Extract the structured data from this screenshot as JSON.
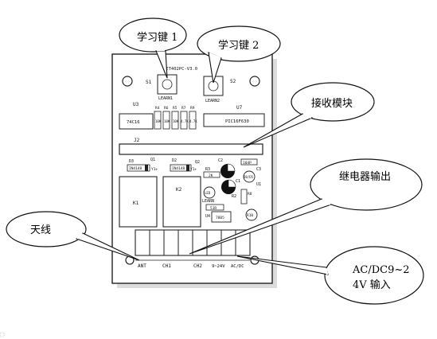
{
  "callouts": {
    "learn_key_1": "学习键 1",
    "learn_key_2": "学习键 2",
    "receiver_module": "接收模块",
    "relay_output": "继电器输出",
    "antenna": "天线",
    "power_input_line1": "AC/DC9~2",
    "power_input_line2": "4V 输入"
  },
  "board": {
    "model": "YET402PC-V3.0",
    "s1": "S1",
    "s2": "S2",
    "learn1": "LEARN1",
    "learn2": "LEARN2",
    "u3": "U3",
    "u7": "U7",
    "chip_u3": "74C16",
    "chip_u7": "PIC16F630",
    "j2": "J2",
    "resistors": [
      "R4",
      "R6",
      "R5",
      "R7",
      "R9"
    ],
    "resistor_values": [
      "10K",
      "10K",
      "10K",
      "4.7K",
      "4.7K"
    ],
    "d3": "D3",
    "d2": "D2",
    "q1": "Q1",
    "q2": "Q2",
    "d3_part": "IN4148",
    "d2_part": "IN4148",
    "v1": "Y1+",
    "v2": "Y1+",
    "k1": "K1",
    "k2": "K2",
    "r3": "R3",
    "r3_val": "2K",
    "c2": "C2",
    "c3": "C3",
    "c1": "C1",
    "cap_104": "104P",
    "led_d5": "LED",
    "learn_led": "LEARN",
    "r8": "R8",
    "u1": "U1",
    "r1": "R1",
    "r1_val": "51R",
    "u4": "U4",
    "u4_part": "7805",
    "led_r10": "R10",
    "d_label": "D8/D5",
    "r2": "R2",
    "term_ant": "ANT",
    "term_ch1": "CH1",
    "term_ch2": "CH2",
    "term_12v": "9~24V",
    "term_acdc": "AC/DC"
  }
}
